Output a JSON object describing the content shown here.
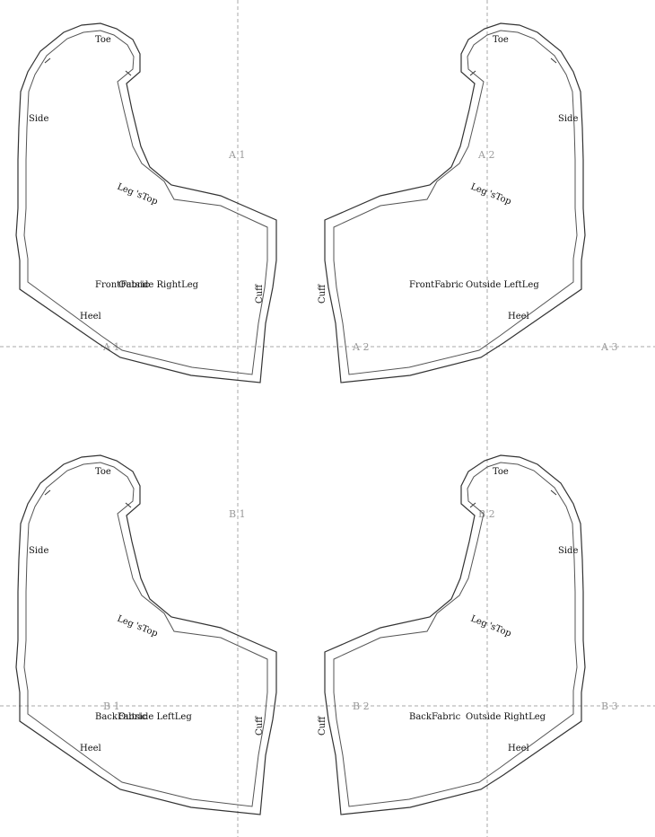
{
  "pages": {
    "a1": "A 1",
    "a2": "A 2",
    "a2_2": "A 2",
    "a3": "A 3",
    "a1_2": "A 1",
    "b1": "B 1",
    "b2": "B 2",
    "b1_2": "B 1",
    "b2_2": "B 2",
    "b3": "B 3"
  },
  "piece_a_left": {
    "toe": "Toe",
    "side": "Side",
    "leg_top_1": "Leg",
    "leg_top_2": "'sTop",
    "cuff": "Cuff",
    "heel": "Heel",
    "name_1": "FrontFabric",
    "name_2": "Outside RightLeg"
  },
  "piece_a_right": {
    "toe": "Toe",
    "side": "Side",
    "leg_top_1": "Leg",
    "leg_top_2": "'sTop",
    "cuff": "Cuff",
    "heel": "Heel",
    "name_1": "FrontFabric",
    "name_2": "Outside LeftLeg"
  },
  "piece_b_left": {
    "toe": "Toe",
    "side": "Side",
    "leg_top_1": "Leg",
    "leg_top_2": "'sTop",
    "cuff": "Cuff",
    "heel": "Heel",
    "name_1": "BackFabric",
    "name_2": "Outside LeftLeg"
  },
  "piece_b_right": {
    "toe": "Toe",
    "side": "Side",
    "leg_top_1": "Leg",
    "leg_top_2": "'sTop",
    "cuff": "Cuff",
    "heel": "Heel",
    "name_1": "BackFabric",
    "name_2": "Outside RightLeg"
  }
}
